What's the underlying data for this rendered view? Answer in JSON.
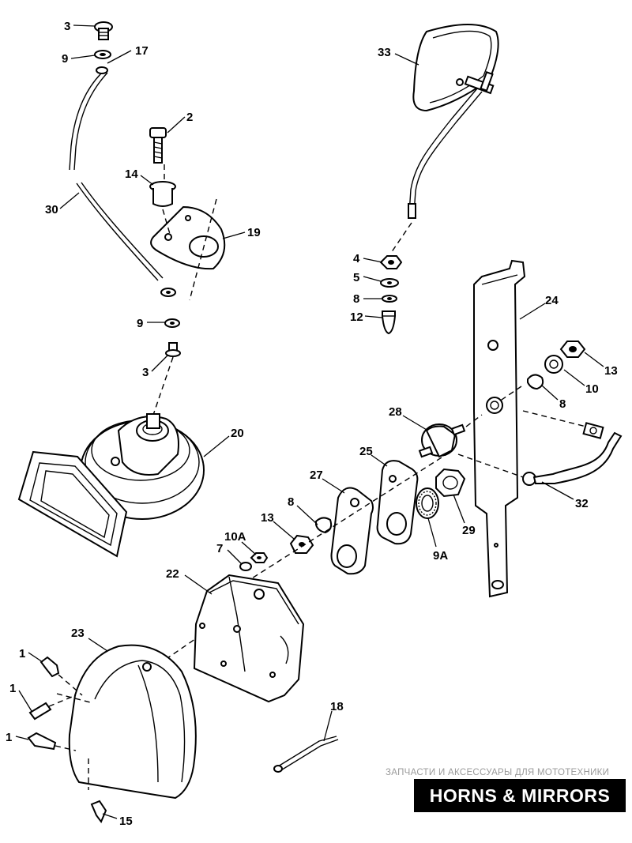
{
  "diagram": {
    "title": "HORNS & MIRRORS",
    "watermark": "ЗАПЧАСТИ И АКСЕССУАРЫ ДЛЯ МОТОТЕХНИКИ",
    "callouts": {
      "c3a": "3",
      "c9a": "9",
      "c17": "17",
      "c2": "2",
      "c14": "14",
      "c30": "30",
      "c19": "19",
      "c9b": "9",
      "c3b": "3",
      "c20": "20",
      "c33": "33",
      "c4": "4",
      "c5": "5",
      "c8a": "8",
      "c12": "12",
      "c24": "24",
      "c13a": "13",
      "c10": "10",
      "c8b": "8",
      "c28": "28",
      "c25": "25",
      "c27": "27",
      "c8c": "8",
      "c13b": "13",
      "c9A": "9A",
      "c29": "29",
      "c32": "32",
      "c10A": "10A",
      "c7": "7",
      "c22": "22",
      "c23": "23",
      "c1a": "1",
      "c1b": "1",
      "c1c": "1",
      "c18": "18",
      "c15": "15"
    }
  }
}
